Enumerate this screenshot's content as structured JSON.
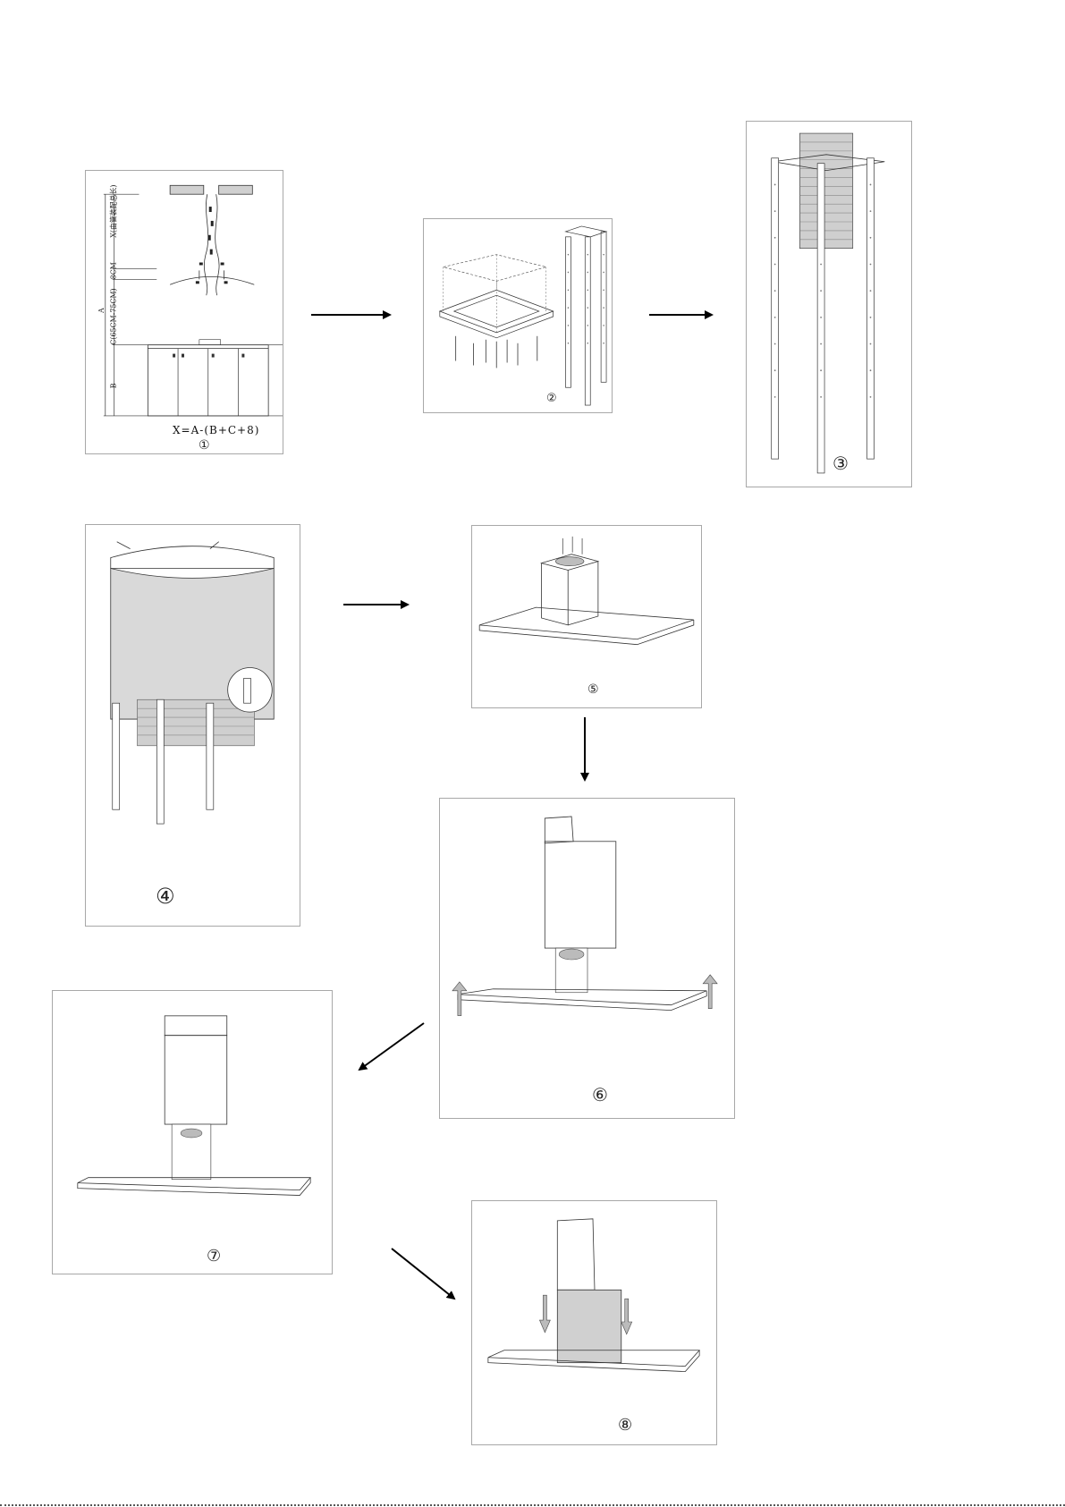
{
  "steps": [
    {
      "id": "1",
      "label": "①"
    },
    {
      "id": "2",
      "label": "②"
    },
    {
      "id": "3",
      "label": "③"
    },
    {
      "id": "4",
      "label": "④"
    },
    {
      "id": "5",
      "label": "⑤"
    },
    {
      "id": "6",
      "label": "⑥"
    },
    {
      "id": "7",
      "label": "⑦"
    },
    {
      "id": "8",
      "label": "⑧"
    }
  ],
  "step1": {
    "formula": "X=A-(B+C+8)",
    "dim_x": "X(由管装配总长)",
    "dim_8cm": "8CM",
    "dim_c": "C(65CM-75CM)",
    "dim_a": "A",
    "dim_b": "B"
  },
  "colors": {
    "line": "#333333",
    "gray_fill": "#d9d9d9",
    "frame": "#a8a8a8"
  }
}
